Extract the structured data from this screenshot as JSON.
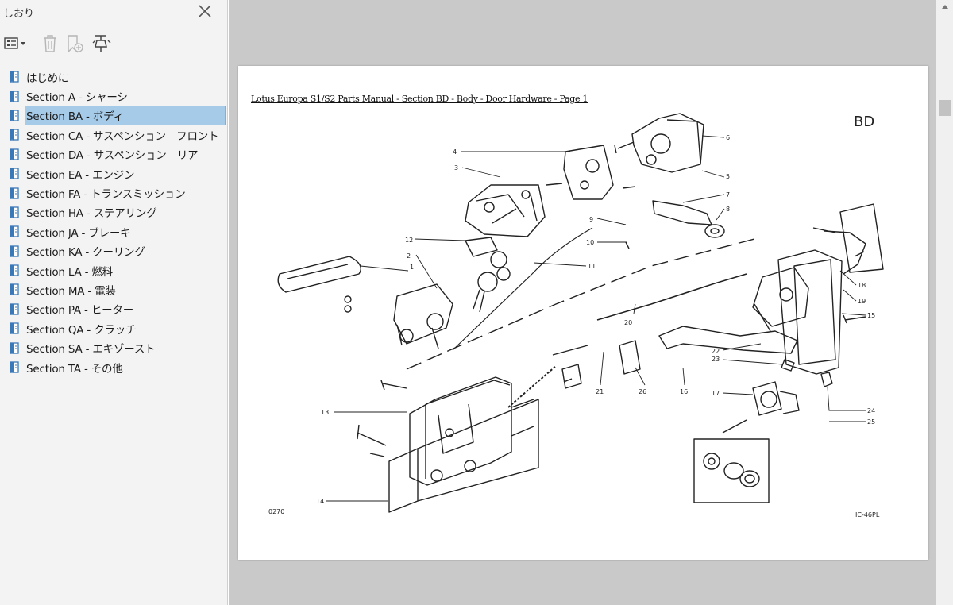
{
  "panel": {
    "title": "しおり",
    "icons": {
      "close": "close-icon",
      "options": "list-options-icon",
      "delete": "trash-icon",
      "add": "add-bookmark-icon",
      "expand": "expand-bookmark-icon",
      "bookmark": "bookmark-page-icon"
    },
    "bookmarks": [
      {
        "label": "はじめに",
        "selected": false
      },
      {
        "label": "Section A - シャーシ",
        "selected": false
      },
      {
        "label": "Section BA - ボディ",
        "selected": true
      },
      {
        "label": "Section CA - サスペンション　フロント",
        "selected": false
      },
      {
        "label": "Section DA - サスペンション　リア",
        "selected": false
      },
      {
        "label": "Section EA - エンジン",
        "selected": false
      },
      {
        "label": "Section FA - トランスミッション",
        "selected": false
      },
      {
        "label": "Section HA - ステアリング",
        "selected": false
      },
      {
        "label": "Section JA - ブレーキ",
        "selected": false
      },
      {
        "label": "Section KA - クーリング",
        "selected": false
      },
      {
        "label": "Section LA - 燃料",
        "selected": false
      },
      {
        "label": "Section MA - 電装",
        "selected": false
      },
      {
        "label": "Section PA - ヒーター",
        "selected": false
      },
      {
        "label": "Section QA - クラッチ",
        "selected": false
      },
      {
        "label": "Section SA - エキゾースト",
        "selected": false
      },
      {
        "label": "Section TA - その他",
        "selected": false
      }
    ],
    "selection_color": "#a6cbe9"
  },
  "document": {
    "heading": "Lotus Europa S1/S2 Parts Manual - Section BD - Body - Door Hardware - Page 1",
    "section_code": "BD",
    "drawing_code": "0270",
    "reference_code": "IC-46PL",
    "callouts": [
      "1",
      "2",
      "3",
      "4",
      "5",
      "6",
      "7",
      "8",
      "9",
      "10",
      "11",
      "12",
      "13",
      "14",
      "15",
      "16",
      "17",
      "18",
      "19",
      "20",
      "21",
      "22",
      "23",
      "24",
      "25",
      "26"
    ]
  }
}
